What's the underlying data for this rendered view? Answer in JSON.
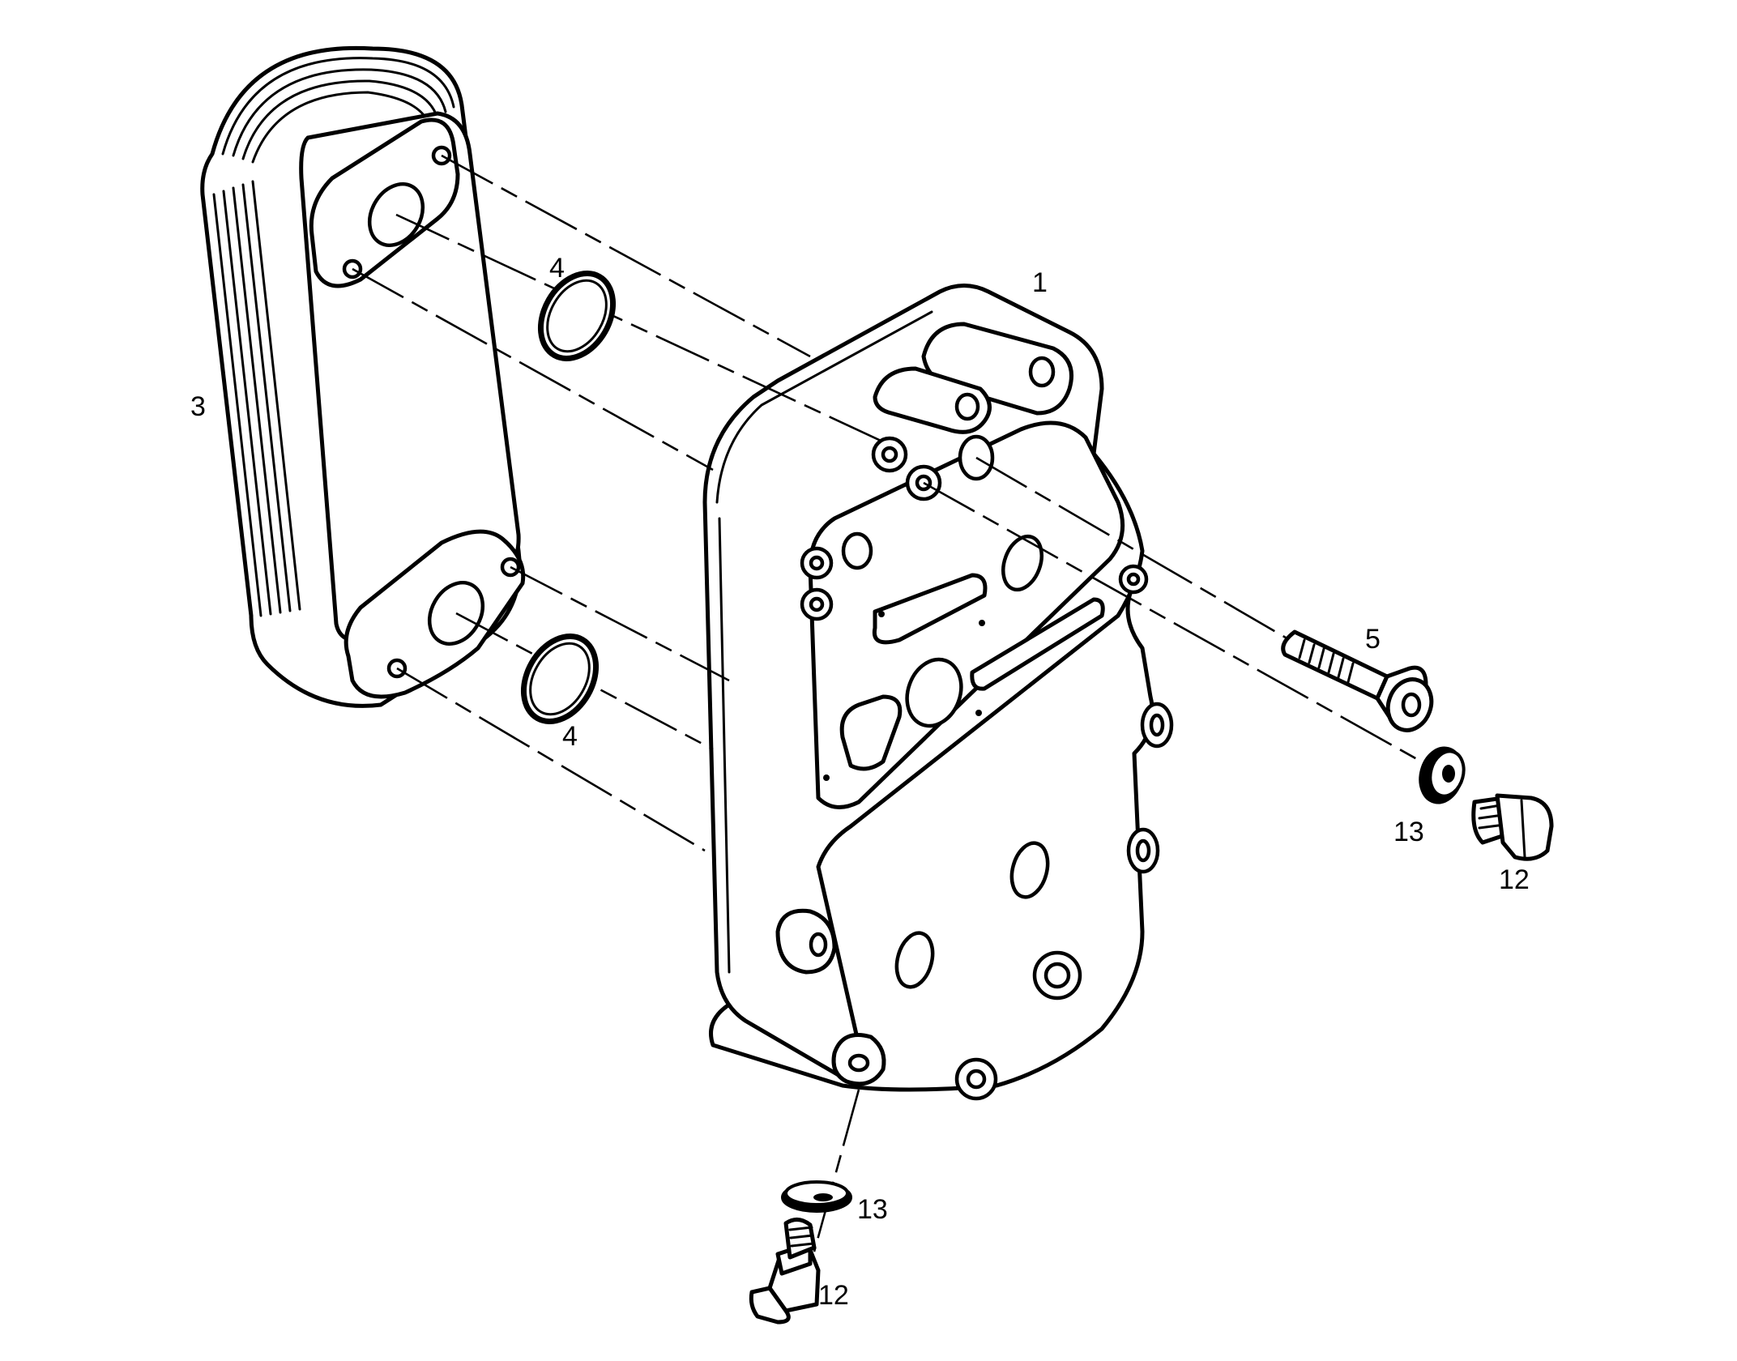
{
  "callouts": {
    "housing": "1",
    "oil_cooler": "3",
    "seal_ring_upper": "4",
    "seal_ring_lower": "4",
    "bolt": "5",
    "washer_right": "13",
    "plug_right": "12",
    "washer_bottom": "13",
    "plug_bottom": "12"
  },
  "colors": {
    "ink": "#000000",
    "paper": "#ffffff"
  }
}
